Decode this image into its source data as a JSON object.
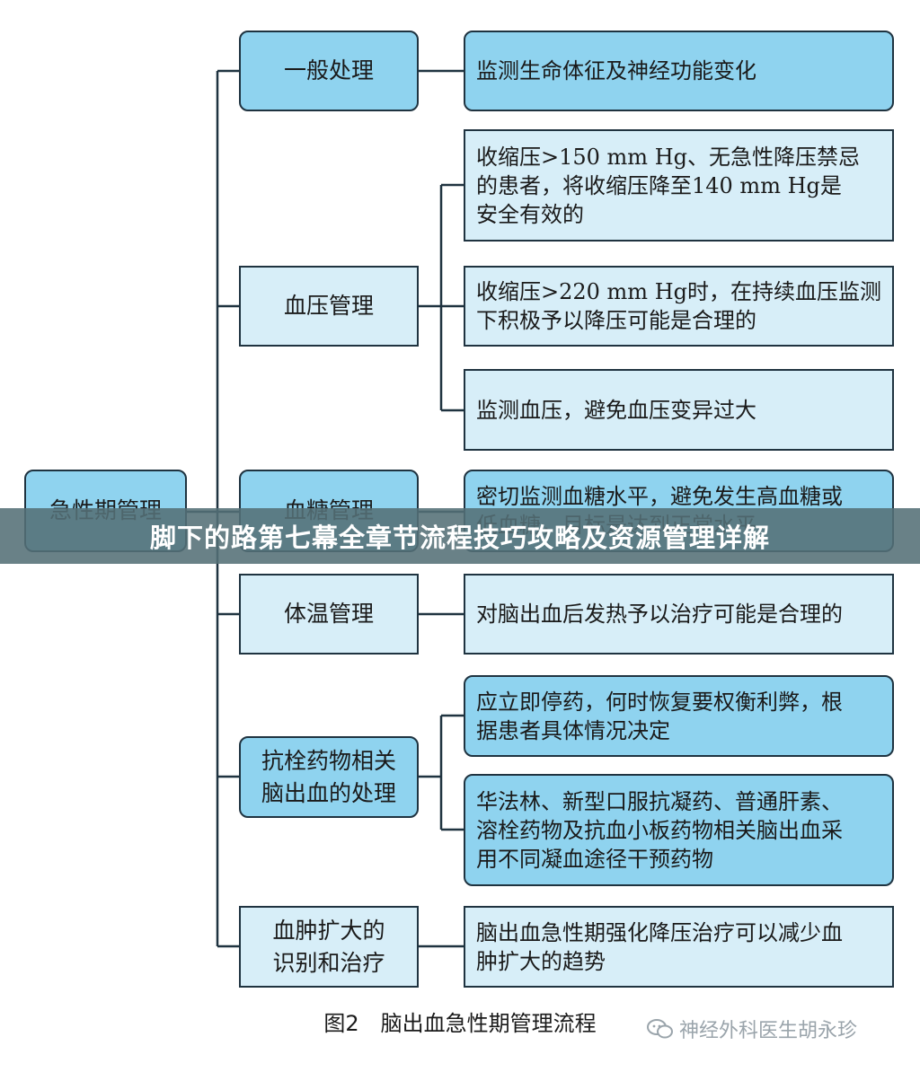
{
  "diagram": {
    "root": {
      "label": "急性期管理"
    },
    "nodes": [
      {
        "label": "一般处理",
        "details": [
          "监测生命体征及神经功能变化"
        ]
      },
      {
        "label": "血压管理",
        "details": [
          "收缩压>150 mm Hg、无急性降压禁忌\n的患者，将收缩压降至140 mm Hg是\n安全有效的",
          "收缩压>220 mm Hg时，在持续血压监测\n下积极予以降压可能是合理的",
          "监测血压，避免血压变异过大"
        ]
      },
      {
        "label": "血糖管理",
        "details": [
          "密切监测血糖水平，避免发生高血糖或\n低血糖，目标是达到正常水平"
        ]
      },
      {
        "label": "体温管理",
        "details": [
          "对脑出血后发热予以治疗可能是合理的"
        ]
      },
      {
        "label": "抗栓药物相关\n脑出血的处理",
        "details": [
          "应立即停药，何时恢复要权衡利弊，根\n据患者具体情况决定",
          "华法林、新型口服抗凝药、普通肝素、\n溶栓药物及抗血小板药物相关脑出血采\n用不同凝血途径干预药物"
        ]
      },
      {
        "label": "血肿扩大的\n识别和治疗",
        "details": [
          "脑出血急性期强化降压治疗可以减少血\n肿扩大的趋势"
        ]
      }
    ]
  },
  "caption": "图2　脑出血急性期管理流程",
  "watermark": {
    "text": "神经外科医生胡永珍",
    "icon": "wechat-icon"
  },
  "banner": {
    "text": "脚下的路第七幕全章节流程技巧攻略及资源管理详解"
  },
  "colors": {
    "dark_fill": "#8fd3ef",
    "light_fill": "#d7eef8",
    "stroke": "#1f3340",
    "banner": "#547076"
  }
}
